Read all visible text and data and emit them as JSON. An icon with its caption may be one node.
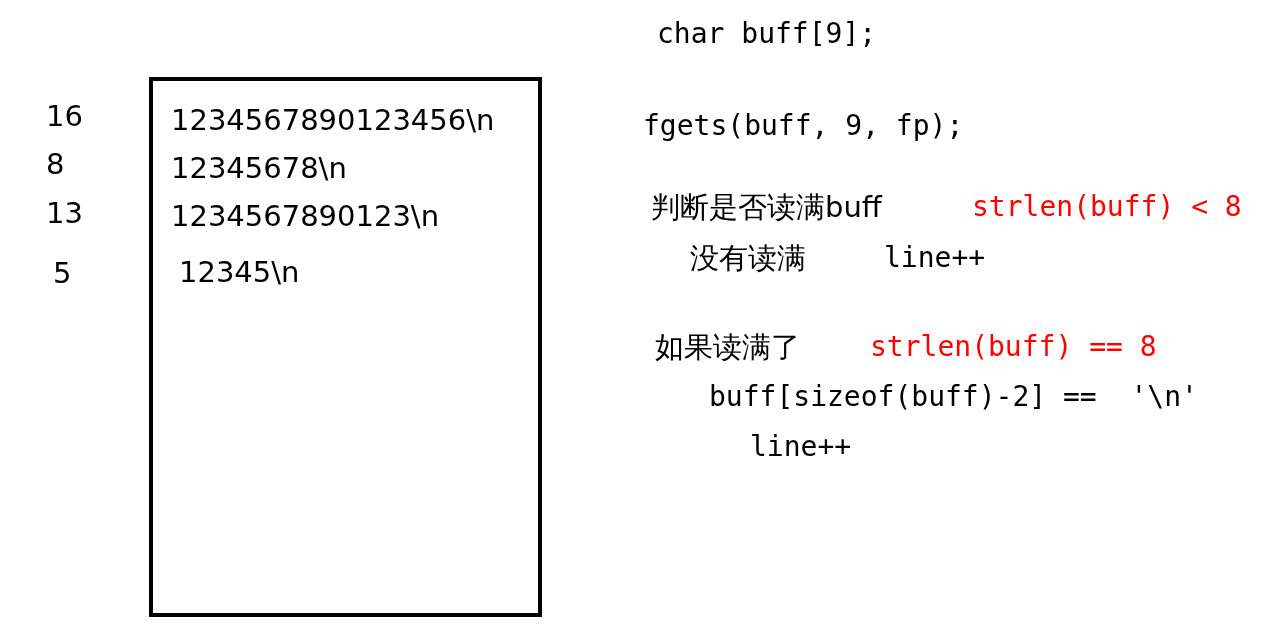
{
  "diagram": {
    "nodes": [
      {
        "text": [
          "1234567890123456\\n",
          "12345678\\n",
          "1234567890123\\n",
          "12345\\n"
        ]
      }
    ],
    "labels": [
      "16",
      "8",
      "13",
      "5",
      "char buff[9];",
      "fgets(buff, 9, fp);",
      "判断是否读满buff",
      "strlen(buff) < 8",
      "没有读满",
      "line++",
      "如果读满了",
      "strlen(buff) == 8",
      "buff[sizeof(buff)-2] ==  '\\n'",
      "line++"
    ]
  }
}
